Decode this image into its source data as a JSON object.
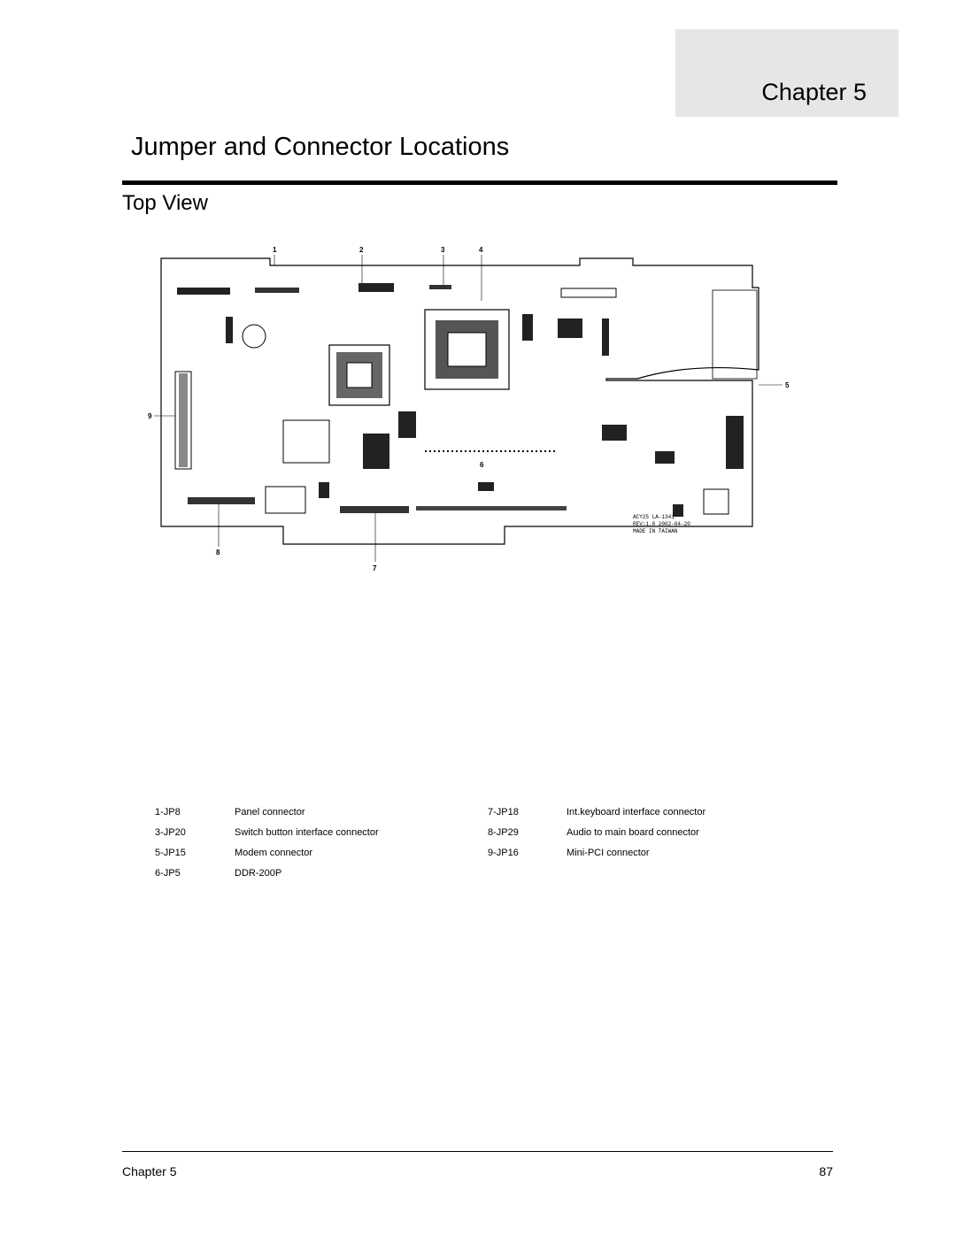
{
  "header": {
    "chapter_tab": "Chapter 5"
  },
  "title": "Jumper and Connector Locations",
  "section": "Top View",
  "figure": {
    "callouts": [
      "1",
      "2",
      "3",
      "4",
      "5",
      "6",
      "7",
      "8",
      "9"
    ],
    "board_marking": [
      "ACY25 LA-1341",
      "REV:1.0 2002-04-20",
      "MADE IN TAIWAN"
    ]
  },
  "legend": [
    {
      "code": "1-JP8",
      "desc": "Panel connector"
    },
    {
      "code": "3-JP20",
      "desc": "Switch button interface connector"
    },
    {
      "code": "5-JP15",
      "desc": "Modem connector"
    },
    {
      "code": "6-JP5",
      "desc": "DDR-200P"
    },
    {
      "code": "7-JP18",
      "desc": "Int.keyboard interface connector"
    },
    {
      "code": "8-JP29",
      "desc": "Audio to main board connector"
    },
    {
      "code": "9-JP16",
      "desc": "Mini-PCI connector"
    }
  ],
  "footer": {
    "chapter": "Chapter 5",
    "page": "87"
  }
}
